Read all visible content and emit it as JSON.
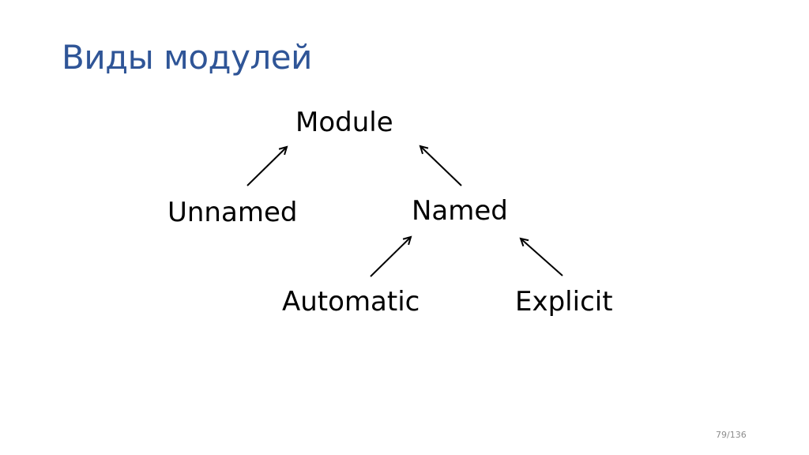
{
  "slide": {
    "title": "Виды модулей",
    "page_number": "79/136"
  },
  "diagram": {
    "nodes": {
      "module": "Module",
      "unnamed": "Unnamed",
      "named": "Named",
      "automatic": "Automatic",
      "explicit": "Explicit"
    },
    "relations": [
      {
        "from": "unnamed",
        "to": "module"
      },
      {
        "from": "named",
        "to": "module"
      },
      {
        "from": "automatic",
        "to": "named"
      },
      {
        "from": "explicit",
        "to": "named"
      }
    ],
    "colors": {
      "title": "#2f5597",
      "text": "#000000",
      "arrow": "#000000"
    }
  }
}
